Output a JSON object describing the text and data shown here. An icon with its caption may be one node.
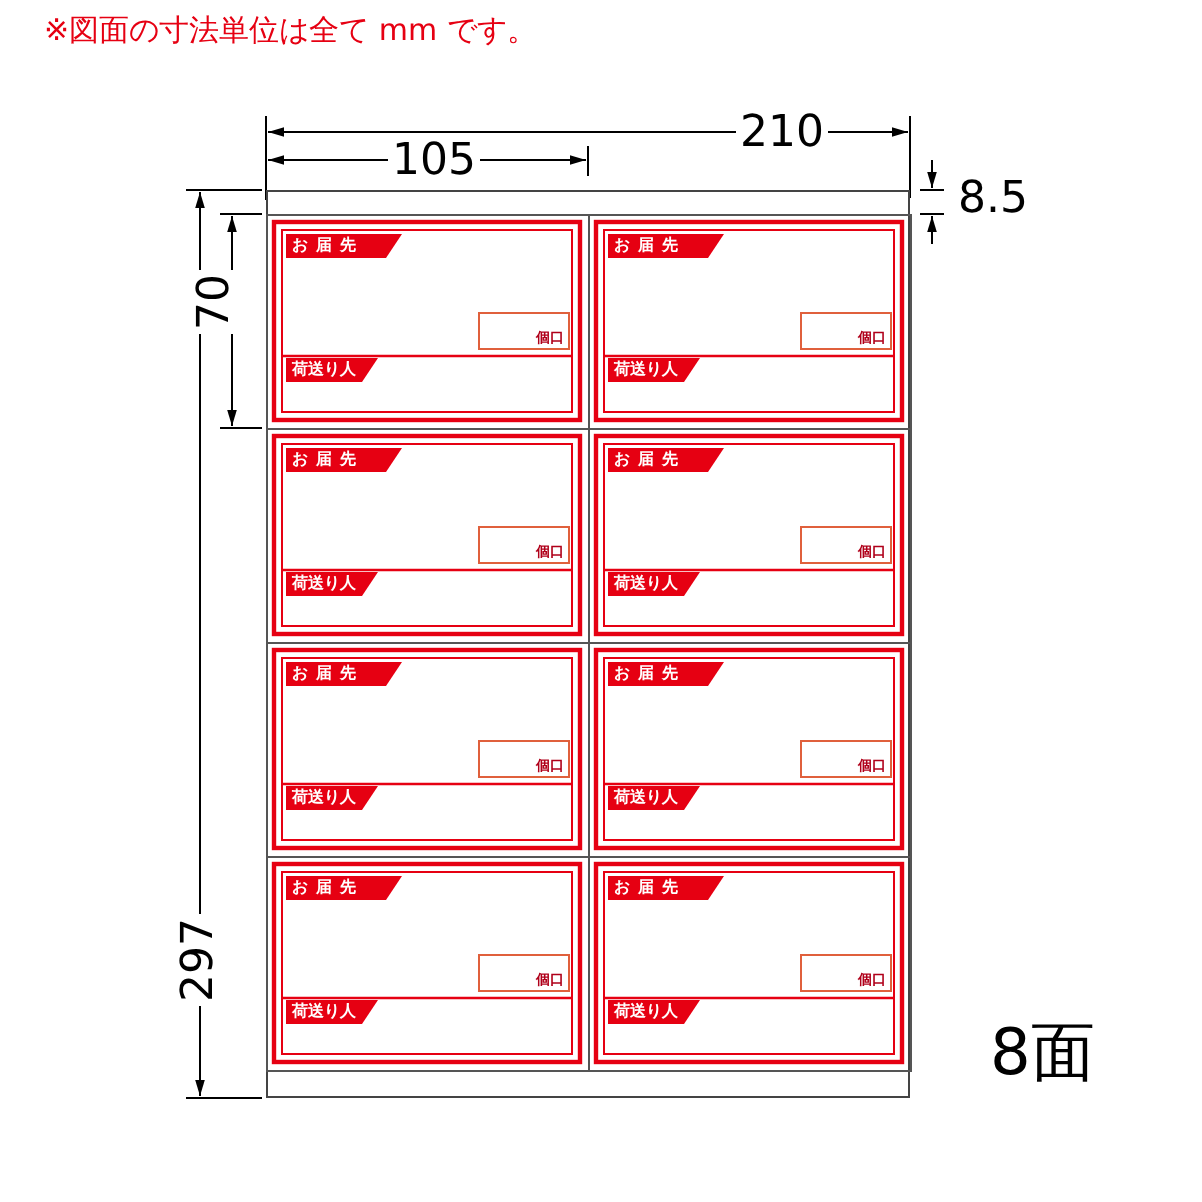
{
  "diagram": {
    "nodes": [
      {
        "text": [],
        "shape": "box"
      },
      {
        "text": [
          "お届先",
          "荷送り人"
        ],
        "in": 0
      },
      {
        "text": [
          "個口"
        ],
        "in": 1
      },
      {
        "text": [
          "お届先",
          "荷送り人"
        ],
        "in": 0
      },
      {
        "text": [
          "個口"
        ],
        "in": 3
      },
      {
        "text": [
          "お届先",
          "荷送り人"
        ],
        "in": 0
      },
      {
        "text": [
          "個口"
        ],
        "in": 5
      },
      {
        "text": [
          "お届先",
          "荷送り人"
        ],
        "in": 0
      },
      {
        "text": [
          "個口"
        ],
        "in": 7
      },
      {
        "text": [
          "お届先",
          "荷送り人"
        ],
        "in": 0
      },
      {
        "text": [
          "個口"
        ],
        "in": 9
      },
      {
        "text": [
          "お届先",
          "荷送り人"
        ],
        "in": 0
      },
      {
        "text": [
          "個口"
        ],
        "in": 11
      },
      {
        "text": [
          "お届先",
          "荷送り人"
        ],
        "in": 0
      },
      {
        "text": [
          "個口"
        ],
        "in": 13
      },
      {
        "text": [
          "お届先",
          "荷送り人"
        ],
        "in": 0
      },
      {
        "text": [
          "個口"
        ],
        "in": 15
      }
    ],
    "labels": [
      "※図面の寸法単位は全て mm です。",
      "210",
      "105",
      "8.5",
      "70",
      "297",
      "8面"
    ]
  }
}
